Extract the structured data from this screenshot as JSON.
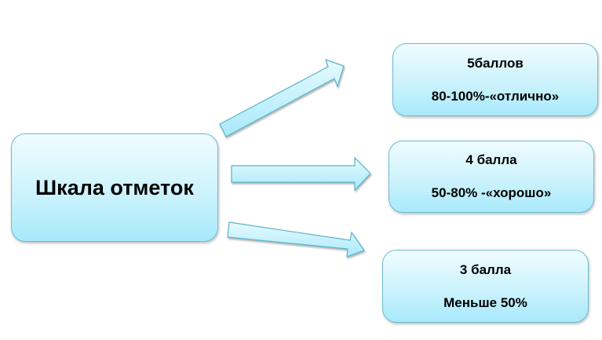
{
  "center": {
    "label": "Шкала отметок"
  },
  "grades": [
    {
      "title": "5баллов",
      "range": "80-100%-«отлично»"
    },
    {
      "title": "4 балла",
      "range": "50-80% -«хорошо»"
    },
    {
      "title": "3 балла",
      "range": "Меньше 50%"
    }
  ],
  "colors": {
    "fill_top": "#f0fcff",
    "fill_bottom": "#a8e9fb",
    "border": "#6cbcd3"
  }
}
